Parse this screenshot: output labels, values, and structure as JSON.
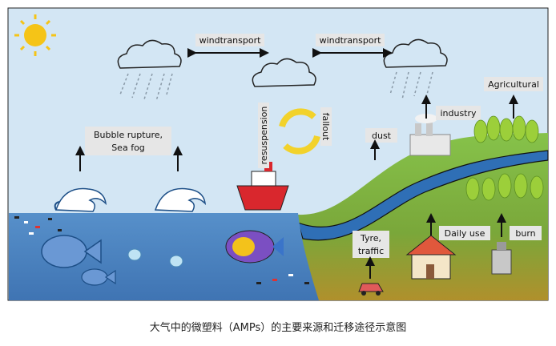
{
  "labels": {
    "wind_left": "windtransport",
    "wind_right": "windtransport",
    "agricultural": "Agricultural",
    "industry": "industry",
    "dust": "dust",
    "resuspension": "resuspension",
    "fallout": "fallout",
    "bubble_line1": "Bubble rupture,",
    "bubble_line2": "Sea fog",
    "tyre_line1": "Tyre,",
    "tyre_line2": "traffic",
    "daily_use": "Daily use",
    "burn": "burn"
  },
  "caption": "大气中的微塑料（AMPs）的主要来源和迁移途径示意图",
  "colors": {
    "sky": "#d3e6f4",
    "sea": "#4f86c3",
    "land_top": "#7fbf45",
    "land_bottom": "#b1902a",
    "river": "#2f6fb6",
    "sun": "#f5c417",
    "label_box": "#e6e6e6"
  }
}
